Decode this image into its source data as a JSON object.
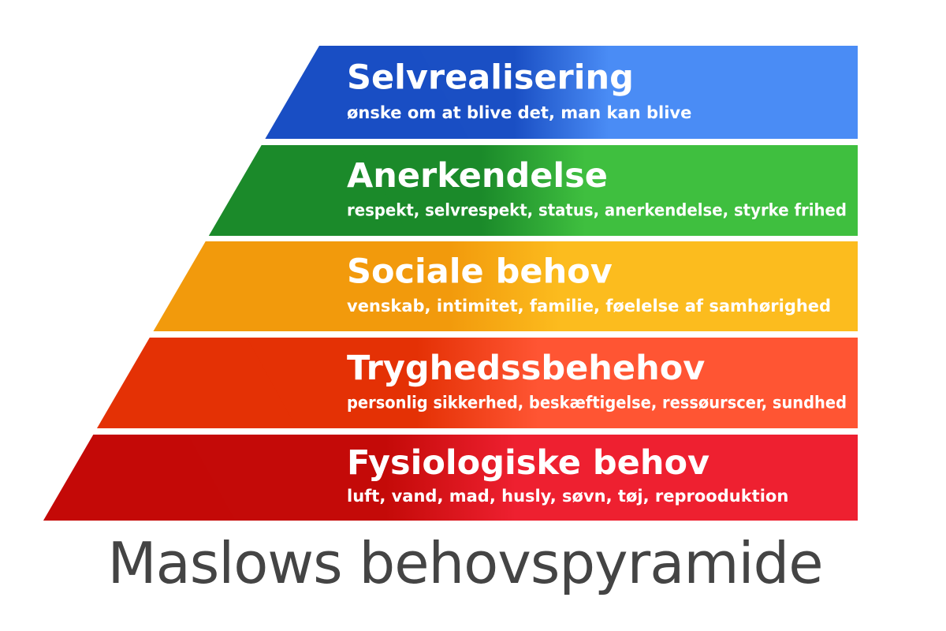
{
  "diagram": {
    "caption": "Maslows behovspyramide",
    "tiers": [
      {
        "title": "Selvrealisering",
        "description": "ønske om at blive det, man kan blive",
        "color_left": "#1a4fc4",
        "color_right": "#4a8cf5"
      },
      {
        "title": "Anerkendelse",
        "description": "respekt, selvrespekt, status, anerkendelse, styrke frihed",
        "color_left": "#1b8a2a",
        "color_right": "#3fbf3f"
      },
      {
        "title": "Sociale behov",
        "description": "venskab, intimitet, familie, føelelse af samhørighed",
        "color_left": "#f29a0c",
        "color_right": "#fcbc1e"
      },
      {
        "title": "Tryghedssbehehov",
        "description": "personlig sikkerhed, beskæftigelse, ressøurscer, sundhed",
        "color_left": "#e43105",
        "color_right": "#ff5533"
      },
      {
        "title": "Fysiologiske behov",
        "description": "luft, vand, mad, husly, søvn, tøj, reprooduktion",
        "color_left": "#c40a08",
        "color_right": "#ee2030"
      }
    ]
  }
}
